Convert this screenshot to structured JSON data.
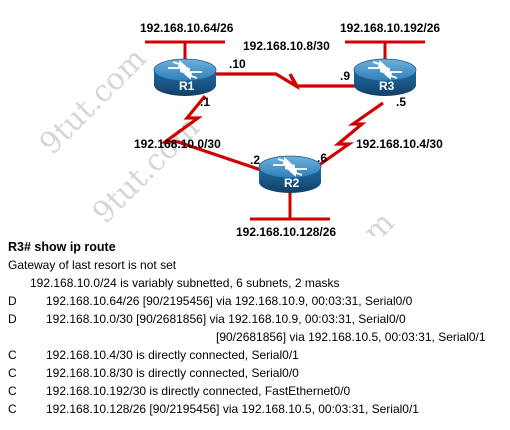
{
  "watermarks": [
    "9tut.com",
    "9tut.com",
    "9tut.com"
  ],
  "routers": [
    {
      "name": "R1",
      "color": "#1f6ea8"
    },
    {
      "name": "R3",
      "color": "#1f6ea8"
    },
    {
      "name": "R2",
      "color": "#1f6ea8"
    }
  ],
  "lan_labels": {
    "r1": "192.168.10.64/26",
    "r3": "192.168.10.192/26",
    "r2": "192.168.10.128/26"
  },
  "links": {
    "r1_r3": {
      "subnet": "192.168.10.8/30",
      "r1_end": ".10",
      "r3_end": ".9"
    },
    "r1_r2": {
      "subnet": "192.168.10.0/30",
      "r1_end": ".1",
      "r2_end": ".2"
    },
    "r3_r2": {
      "subnet": "192.168.10.4/30",
      "r3_end": ".5",
      "r2_end": ".6"
    }
  },
  "link_color": "#d10000",
  "output": {
    "prompt": "R3# show ip route",
    "gateway": "Gateway of last resort is not set",
    "summary": "192.168.10.0/24 is variably subnetted, 6 subnets, 2 masks",
    "routes": [
      {
        "code": "D",
        "text": "192.168.10.64/26  [90/2195456] via 192.168.10.9, 00:03:31, Serial0/0"
      },
      {
        "code": "D",
        "text": "192.168.10.0/30  [90/2681856] via 192.168.10.9, 00:03:31, Serial0/0"
      },
      {
        "code": "",
        "text": "[90/2681856] via 192.168.10.5, 00:03:31, Serial0/1"
      },
      {
        "code": "C",
        "text": "192.168.10.4/30 is directly connected, Serial0/1"
      },
      {
        "code": "C",
        "text": "192.168.10.8/30 is directly connected, Serial0/0"
      },
      {
        "code": "C",
        "text": "192.168.10.192/30 is directly connected, FastEthernet0/0"
      },
      {
        "code": "C",
        "text": "192.168.10.128/26 [90/2195456] via 192.168.10.5, 00:03:31, Serial0/1"
      }
    ]
  }
}
